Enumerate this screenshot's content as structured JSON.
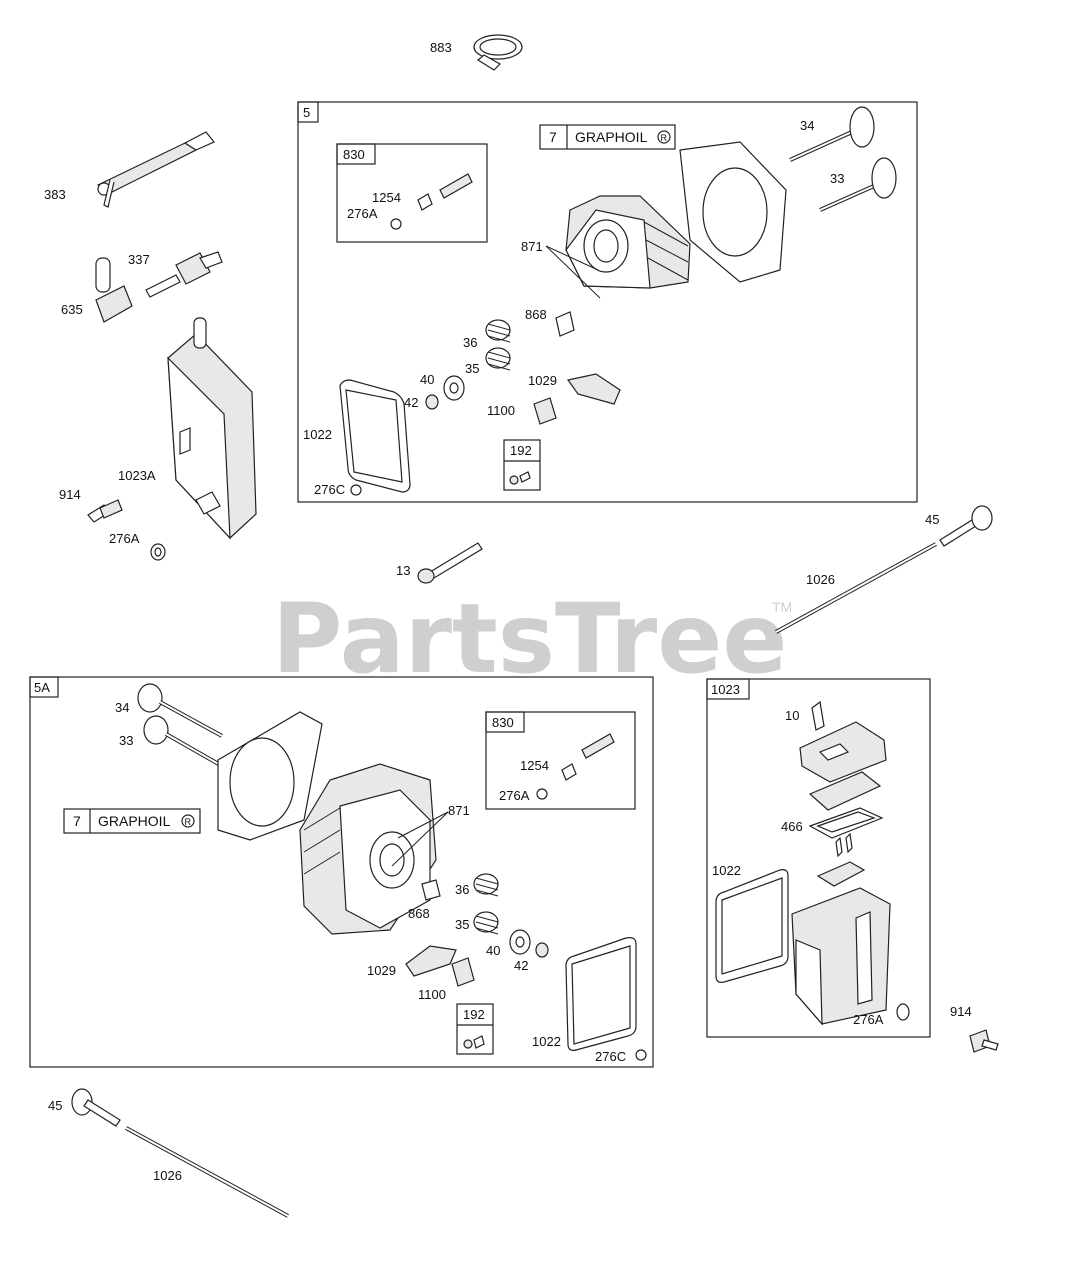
{
  "watermark": {
    "text": "PartsTree",
    "tm": "TM"
  },
  "assemblies": {
    "cyl_head_top": {
      "tag": "5"
    },
    "cyl_head_bottom": {
      "tag": "5A"
    },
    "valve_cover_kit": {
      "tag": "1023"
    },
    "screw_kit_top": {
      "tag": "830"
    },
    "screw_kit_bottom": {
      "tag": "830"
    },
    "plug_kit_top": {
      "tag": "192"
    },
    "plug_kit_bottom": {
      "tag": "192"
    },
    "graphoil_top": {
      "num": "7",
      "text": "GRAPHOIL",
      "mark": "R"
    },
    "graphoil_bottom": {
      "num": "7",
      "text": "GRAPHOIL",
      "mark": "R"
    }
  },
  "labels": {
    "p883": "883",
    "p383": "383",
    "p337": "337",
    "p635": "635",
    "p914_left": "914",
    "p1023a": "1023A",
    "p276a_left": "276A",
    "p13": "13",
    "p45_right": "45",
    "p1026_right": "1026",
    "p45_left": "45",
    "p1026_left": "1026",
    "p914_right": "914",
    "top_1254": "1254",
    "top_276a": "276A",
    "top_871": "871",
    "top_868": "868",
    "top_36": "36",
    "top_35": "35",
    "top_40": "40",
    "top_42": "42",
    "top_1029": "1029",
    "top_1100": "1100",
    "top_1022": "1022",
    "top_276c": "276C",
    "top_34": "34",
    "top_33": "33",
    "bot_34": "34",
    "bot_33": "33",
    "bot_1254": "1254",
    "bot_276a": "276A",
    "bot_871": "871",
    "bot_868": "868",
    "bot_36": "36",
    "bot_35": "35",
    "bot_40": "40",
    "bot_42": "42",
    "bot_1029": "1029",
    "bot_1100": "1100",
    "bot_1022": "1022",
    "bot_276c": "276C",
    "vc_10": "10",
    "vc_466": "466",
    "vc_1022": "1022",
    "vc_276a": "276A"
  }
}
